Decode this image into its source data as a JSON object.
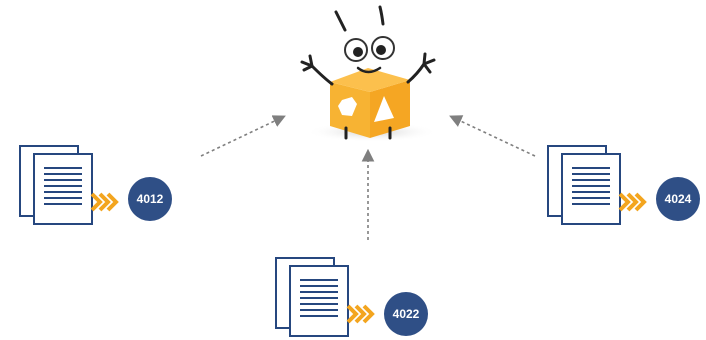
{
  "nodes": [
    {
      "id": "doc-left",
      "code": "4012"
    },
    {
      "id": "doc-bottom",
      "code": "4022"
    },
    {
      "id": "doc-right",
      "code": "4024"
    }
  ],
  "colors": {
    "badge": "#2f4f86",
    "chevron": "#f3a51f",
    "doc_stroke": "#26477f",
    "doc_line": "#26477f",
    "mascot_box_top": "#fcc04d",
    "mascot_box_left": "#f7b333",
    "mascot_box_right": "#f5a623",
    "arrow": "#7f7f7f"
  },
  "icons": {
    "mascot": "shape-sorter-box-mascot-icon",
    "document": "document-stack-icon",
    "chevrons": "triple-chevron-right-icon"
  }
}
